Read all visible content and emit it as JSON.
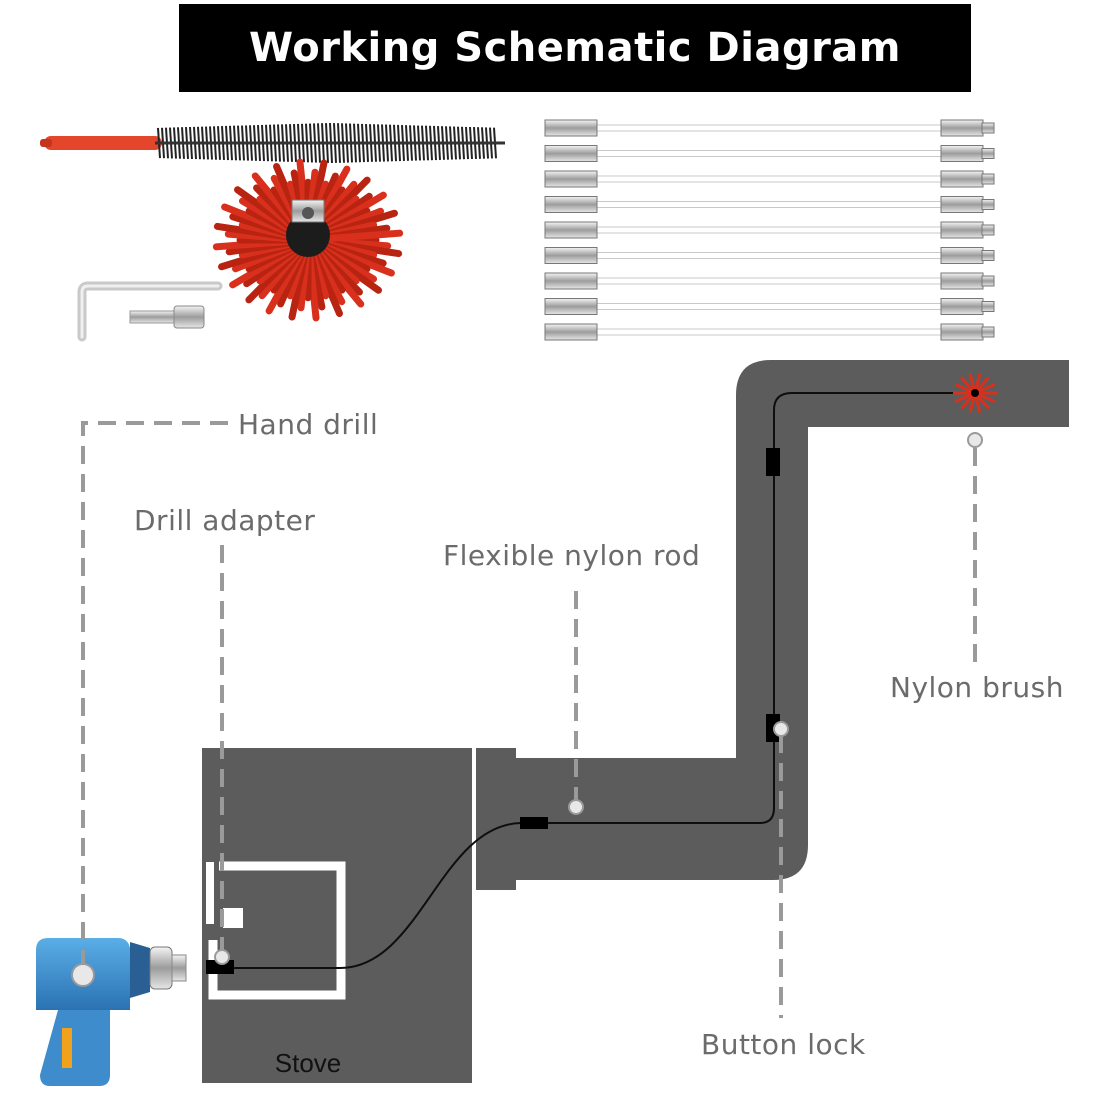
{
  "title": "Working Schematic Diagram",
  "labels": {
    "hand_drill": "Hand drill",
    "drill_adapter": "Drill adapter",
    "flexible_nylon_rod": "Flexible nylon rod",
    "nylon_brush": "Nylon brush",
    "button_lock": "Button lock",
    "stove": "Stove"
  },
  "colors": {
    "duct": "#5c5c5c",
    "brush_red": "#d8301c",
    "drill_blue": "#3d8fd0",
    "label_grey": "#6b6b6b"
  },
  "icons": [
    "long-bristle-brush-icon",
    "round-nylon-brush-icon",
    "allen-wrench-icon",
    "drill-adapter-icon",
    "nylon-rods-icon",
    "hand-drill-icon"
  ]
}
